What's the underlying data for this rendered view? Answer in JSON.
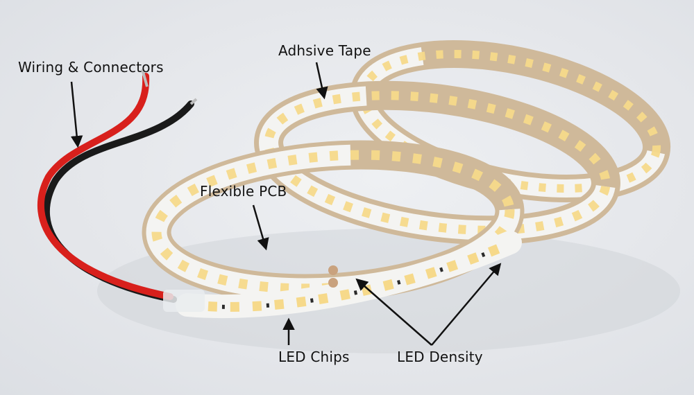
{
  "callouts": {
    "wiring": "Wiring & Connectors",
    "adhesive_tape": "Adhsive Tape",
    "flexible_pcb": "Flexible PCB",
    "led_chips": "LED Chips",
    "led_density": "LED Density"
  },
  "colors": {
    "background": "#e6e8ec",
    "strip_pcb": "#f4f4f2",
    "tape_backing": "#cfb99a",
    "led_chip": "#f6d98a",
    "resistor": "#2a2a2a",
    "solder_pad": "#c9a27e",
    "wire_red": "#d8201c",
    "wire_black": "#1a1a1a",
    "arrow": "#111111"
  }
}
